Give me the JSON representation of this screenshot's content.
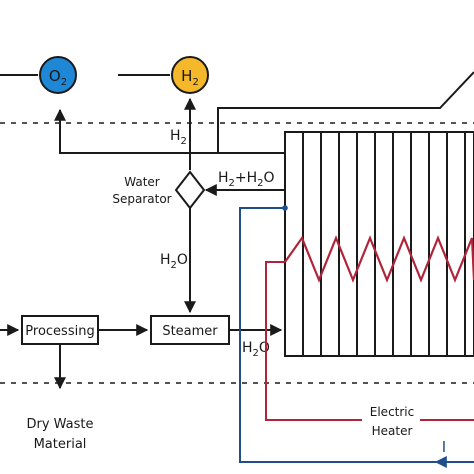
{
  "nodes": {
    "oxygen": {
      "main": "O",
      "sub": "2",
      "color": "#1e88d6"
    },
    "hydrogen": {
      "main": "H",
      "sub": "2",
      "color": "#f5b82a"
    }
  },
  "labels": {
    "h2_output": {
      "main": "H",
      "sub": "2"
    },
    "h2_h2o_mix": {
      "t1": "H",
      "t2": "2",
      "t3": "+H",
      "t4": "2",
      "t5": "O"
    },
    "water_separator": {
      "line1": "Water",
      "line2": "Separator"
    },
    "h2o_return": {
      "t1": "H",
      "t2": "2",
      "t3": "O"
    },
    "h2o_feed": {
      "t1": "H",
      "t2": "2",
      "t3": "O"
    },
    "processing": "Processing",
    "steamer": "Steamer",
    "dry_waste": {
      "line1": "Dry Waste",
      "line2": "Material"
    },
    "electric_heater": {
      "line1": "Electric",
      "line2": "Heater"
    },
    "current_symbol": "I"
  },
  "colors": {
    "line": "#1a1a1a",
    "heater_wire": "#b0243a",
    "circuit_wire": "#1f4e8c"
  }
}
